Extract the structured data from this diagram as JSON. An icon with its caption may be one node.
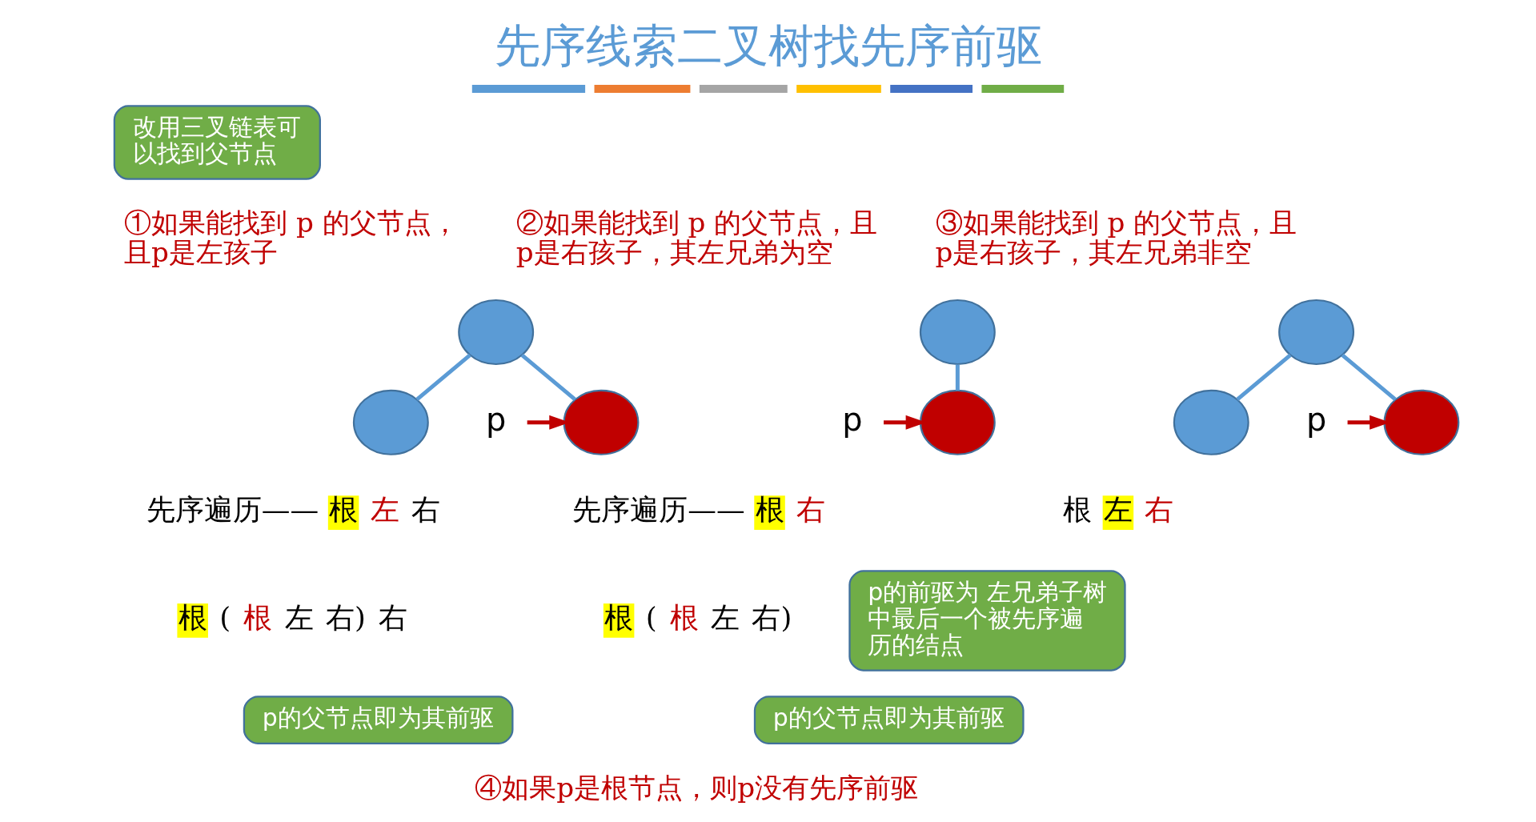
{
  "diagram": {
    "title": "先序线索二叉树找先序前驱",
    "nodes": [
      {
        "text": [
          "改用三叉链表可以找到父节点"
        ]
      },
      {
        "text": [],
        "shape": "circle"
      },
      {
        "text": [
          "p"
        ]
      },
      {
        "text": [],
        "shape": "circle"
      },
      {
        "text": [],
        "shape": "circle"
      },
      {
        "text": [],
        "shape": "circle"
      },
      {
        "text": [],
        "shape": "circle"
      },
      {
        "text": [
          "p"
        ]
      },
      {
        "text": [],
        "shape": "circle"
      },
      {
        "text": [],
        "shape": "circle"
      },
      {
        "text": [],
        "shape": "circle"
      },
      {
        "text": [
          "p"
        ]
      },
      {
        "text": [
          "p的父节点即为其前驱"
        ]
      },
      {
        "text": [
          "p的父节点即为其前驱"
        ]
      },
      {
        "text": [
          "p的前驱为 左兄弟子树中最后一个被先序遍历的结点"
        ]
      }
    ],
    "edges": [
      {
        "from": 1,
        "to": 3,
        "arrow": "none"
      },
      {
        "from": 1,
        "to": 4,
        "arrow": "none"
      },
      {
        "from": 2,
        "to": 3,
        "arrow": "to",
        "color": "#c00000"
      },
      {
        "from": 5,
        "to": 6,
        "arrow": "none"
      },
      {
        "from": 7,
        "to": 6,
        "arrow": "to",
        "color": "#c00000"
      },
      {
        "from": 8,
        "to": 9,
        "arrow": "none"
      },
      {
        "from": 8,
        "to": 10,
        "arrow": "none"
      },
      {
        "from": 11,
        "to": 10,
        "arrow": "to",
        "color": "#c00000"
      }
    ],
    "labels": [
      "①如果能找到 p 的父节点，且p是左孩子",
      "②如果能找到 p 的父节点，且p是右孩子，其左兄弟为空",
      "③如果能找到 p 的父节点，且p是右孩子，其左兄弟非空",
      "先序遍历——",
      "根",
      "左",
      "右",
      "先序遍历——",
      "根",
      "右",
      "根",
      "左",
      "右",
      "根",
      "(",
      "根",
      "左",
      "右)",
      "右",
      "根",
      "(",
      "根",
      "左",
      "右)",
      "④如果p是根节点，则p没有先序前驱"
    ]
  }
}
